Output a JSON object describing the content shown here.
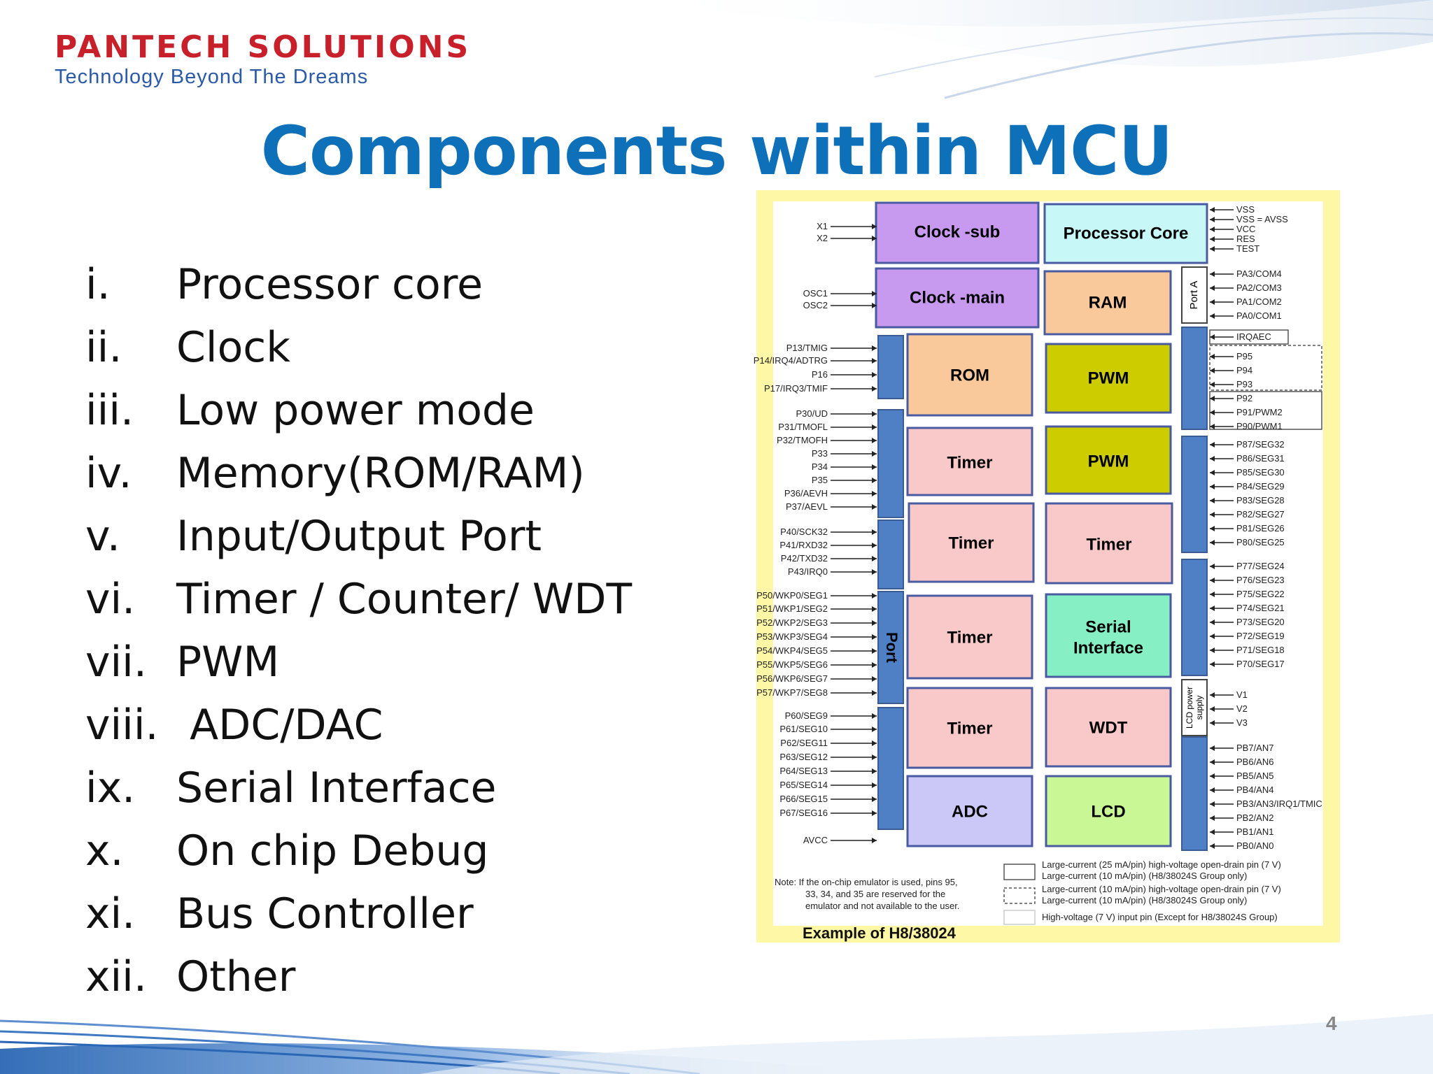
{
  "logo": {
    "brand": "PANTECH SOLUTIONS",
    "tagline": "Technology Beyond The Dreams"
  },
  "title": "Components within MCU",
  "list": [
    {
      "num": "i.",
      "text": "Processor core"
    },
    {
      "num": "ii.",
      "text": "Clock"
    },
    {
      "num": "iii.",
      "text": "Low power mode"
    },
    {
      "num": "iv.",
      "text": "Memory(ROM/RAM)"
    },
    {
      "num": "v.",
      "text": "Input/Output Port"
    },
    {
      "num": "vi.",
      "text": "Timer / Counter/ WDT"
    },
    {
      "num": "vii.",
      "text": "PWM"
    },
    {
      "num": "viii.",
      "text": " ADC/DAC"
    },
    {
      "num": "ix.",
      "text": "Serial Interface"
    },
    {
      "num": "x.",
      "text": "On chip Debug"
    },
    {
      "num": "xi.",
      "text": "Bus Controller"
    },
    {
      "num": "xii.",
      "text": "Other"
    }
  ],
  "diagram": {
    "caption": "Example of H8/38024",
    "blocks": {
      "clock_sub": "Clock -sub",
      "clock_main": "Clock -main",
      "processor_core": "Processor Core",
      "ram": "RAM",
      "rom": "ROM",
      "pwm1": "PWM",
      "pwm2": "PWM",
      "timer1": "Timer",
      "timer2": "Timer",
      "timer3": "Timer",
      "timer4": "Timer",
      "timer5": "Timer",
      "serial": [
        "Serial",
        "Interface"
      ],
      "wdt": "WDT",
      "adc": "ADC",
      "lcd": "LCD",
      "port_a": "Port A",
      "port": "Port",
      "lcd_power": [
        "LCD power",
        "supply"
      ]
    },
    "left_pins": [
      "X1",
      "X2",
      "OSC1",
      "OSC2",
      "P13/TMIG",
      "P14/IRQ4/ADTRG",
      "P16",
      "P17/IRQ3/TMIF",
      "P30/UD",
      "P31/TMOFL",
      "P32/TMOFH",
      "P33",
      "P34",
      "P35",
      "P36/AEVH",
      "P37/AEVL",
      "P40/SCK32",
      "P41/RXD32",
      "P42/TXD32",
      "P43/IRQ0",
      "P50/WKP0/SEG1",
      "P51/WKP1/SEG2",
      "P52/WKP2/SEG3",
      "P53/WKP3/SEG4",
      "P54/WKP4/SEG5",
      "P55/WKP5/SEG6",
      "P56/WKP6/SEG7",
      "P57/WKP7/SEG8",
      "P60/SEG9",
      "P61/SEG10",
      "P62/SEG11",
      "P63/SEG12",
      "P64/SEG13",
      "P65/SEG14",
      "P66/SEG15",
      "P67/SEG16",
      "AVCC"
    ],
    "right_pins": [
      "VSS",
      "VSS = AVSS",
      "VCC",
      "RES",
      "TEST",
      "PA3/COM4",
      "PA2/COM3",
      "PA1/COM2",
      "PA0/COM1",
      "IRQAEC",
      "P95",
      "P94",
      "P93",
      "P92",
      "P91/PWM2",
      "P90/PWM1",
      "P87/SEG32",
      "P86/SEG31",
      "P85/SEG30",
      "P84/SEG29",
      "P83/SEG28",
      "P82/SEG27",
      "P81/SEG26",
      "P80/SEG25",
      "P77/SEG24",
      "P76/SEG23",
      "P75/SEG22",
      "P74/SEG21",
      "P73/SEG20",
      "P72/SEG19",
      "P71/SEG18",
      "P70/SEG17",
      "V1",
      "V2",
      "V3",
      "PB7/AN7",
      "PB6/AN6",
      "PB5/AN5",
      "PB4/AN4",
      "PB3/AN3/IRQ1/TMIC",
      "PB2/AN2",
      "PB1/AN1",
      "PB0/AN0"
    ],
    "note": [
      "Note:  If the on-chip emulator is used, pins 95,",
      "33, 34, and 35 are reserved for the",
      "emulator and not available to the user."
    ],
    "legend": [
      [
        "Large-current (25 mA/pin) high-voltage open-drain pin (7 V)",
        "Large-current (10 mA/pin) (H8/38024S Group only)"
      ],
      [
        "Large-current (10 mA/pin) high-voltage open-drain pin (7 V)",
        "Large-current (10 mA/pin) (H8/38024S Group only)"
      ],
      [
        "High-voltage (7 V) input pin (Except for H8/38024S Group)"
      ]
    ]
  },
  "page_number": "4"
}
